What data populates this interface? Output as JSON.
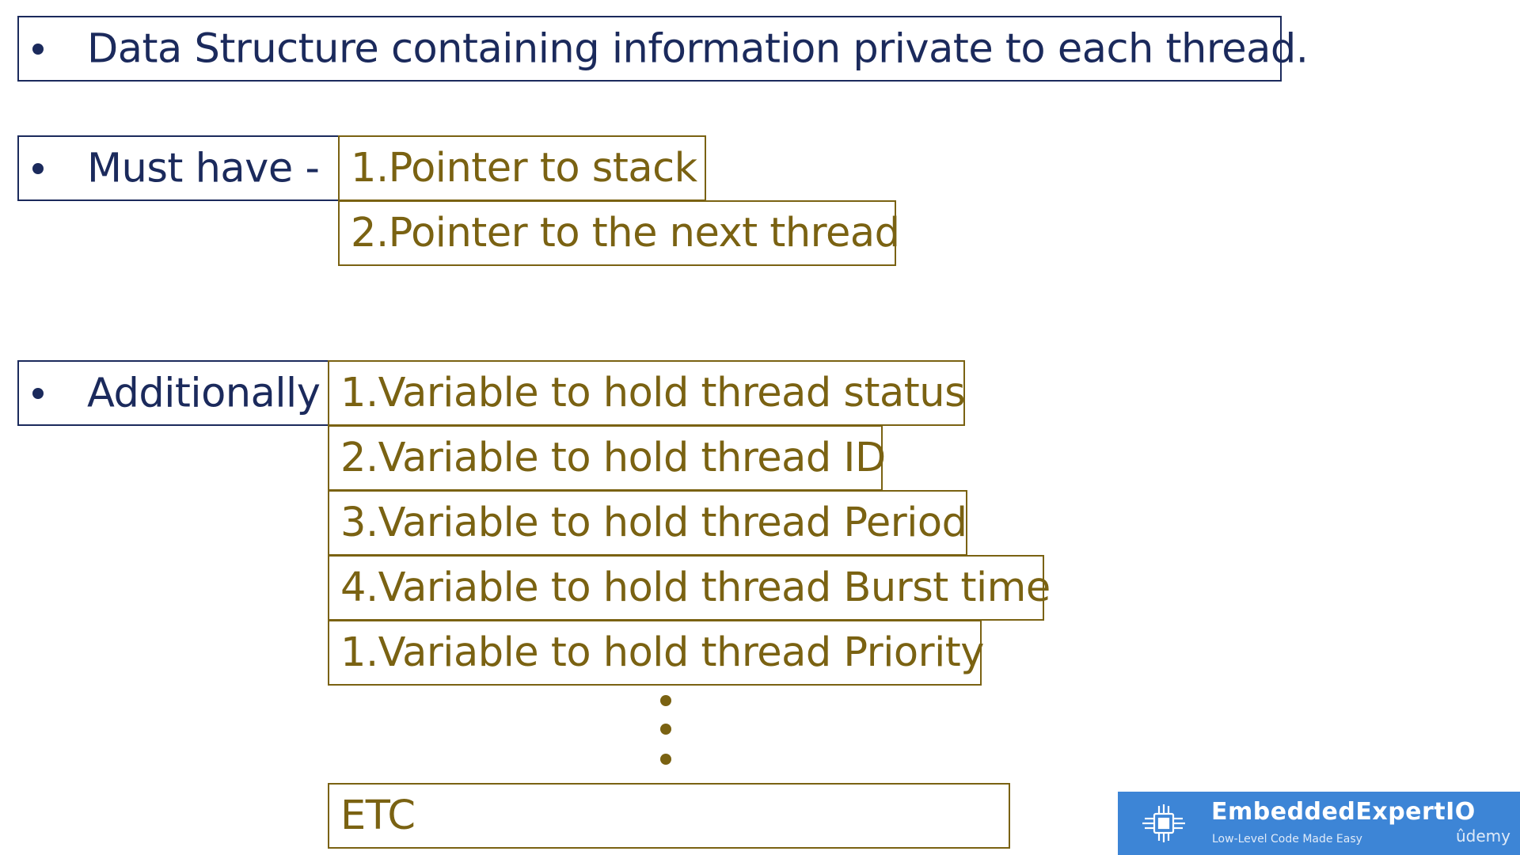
{
  "slide": {
    "definition": "Data Structure containing information private to each thread.",
    "must_have": {
      "label": "Must have -",
      "items": [
        "1.Pointer to stack",
        "2.Pointer to the next thread"
      ]
    },
    "additionally": {
      "label": "Additionally",
      "items": [
        "1.Variable to hold thread status",
        "2.Variable to hold thread ID",
        "3.Variable to hold thread Period",
        "4.Variable to hold thread Burst time",
        "1.Variable to hold thread Priority"
      ],
      "etc": "ETC"
    }
  },
  "logo": {
    "name": "EmbeddedExpertIO",
    "tagline": "Low-Level Code Made Easy",
    "platform": "ûdemy",
    "icon": "chip-icon"
  },
  "colors": {
    "navy": "#1b2a5c",
    "gold": "#7a6212",
    "logo_bg": "#3d85d6"
  }
}
